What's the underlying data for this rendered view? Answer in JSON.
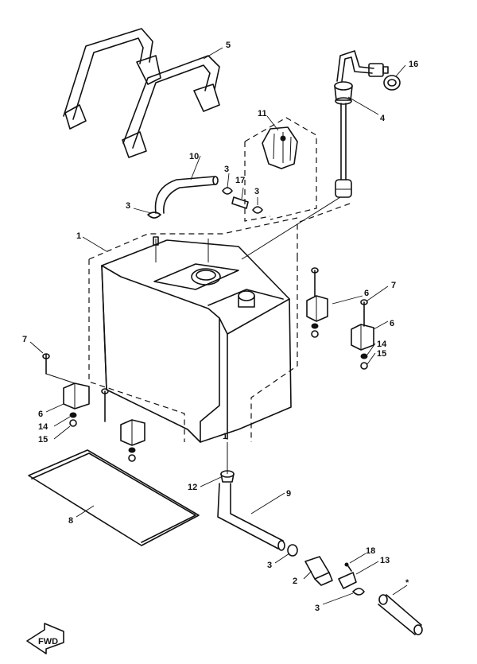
{
  "callouts": [
    {
      "id": "c1",
      "text": "1"
    },
    {
      "id": "c2",
      "text": "2"
    },
    {
      "id": "c3a",
      "text": "3"
    },
    {
      "id": "c3b",
      "text": "3"
    },
    {
      "id": "c3c",
      "text": "3"
    },
    {
      "id": "c3d",
      "text": "3"
    },
    {
      "id": "c3e",
      "text": "3"
    },
    {
      "id": "c4",
      "text": "4"
    },
    {
      "id": "c5",
      "text": "5"
    },
    {
      "id": "c6a",
      "text": "6"
    },
    {
      "id": "c6b",
      "text": "6"
    },
    {
      "id": "c6c",
      "text": "6"
    },
    {
      "id": "c7a",
      "text": "7"
    },
    {
      "id": "c7b",
      "text": "7"
    },
    {
      "id": "c8",
      "text": "8"
    },
    {
      "id": "c9",
      "text": "9"
    },
    {
      "id": "c10",
      "text": "10"
    },
    {
      "id": "c11",
      "text": "11"
    },
    {
      "id": "c12",
      "text": "12"
    },
    {
      "id": "c13",
      "text": "13"
    },
    {
      "id": "c14a",
      "text": "14"
    },
    {
      "id": "c14b",
      "text": "14"
    },
    {
      "id": "c15a",
      "text": "15"
    },
    {
      "id": "c15b",
      "text": "15"
    },
    {
      "id": "c16",
      "text": "16"
    },
    {
      "id": "c17",
      "text": "17"
    },
    {
      "id": "c18",
      "text": "18"
    },
    {
      "id": "cstar",
      "text": "*"
    }
  ],
  "direction_badge": "FWD"
}
